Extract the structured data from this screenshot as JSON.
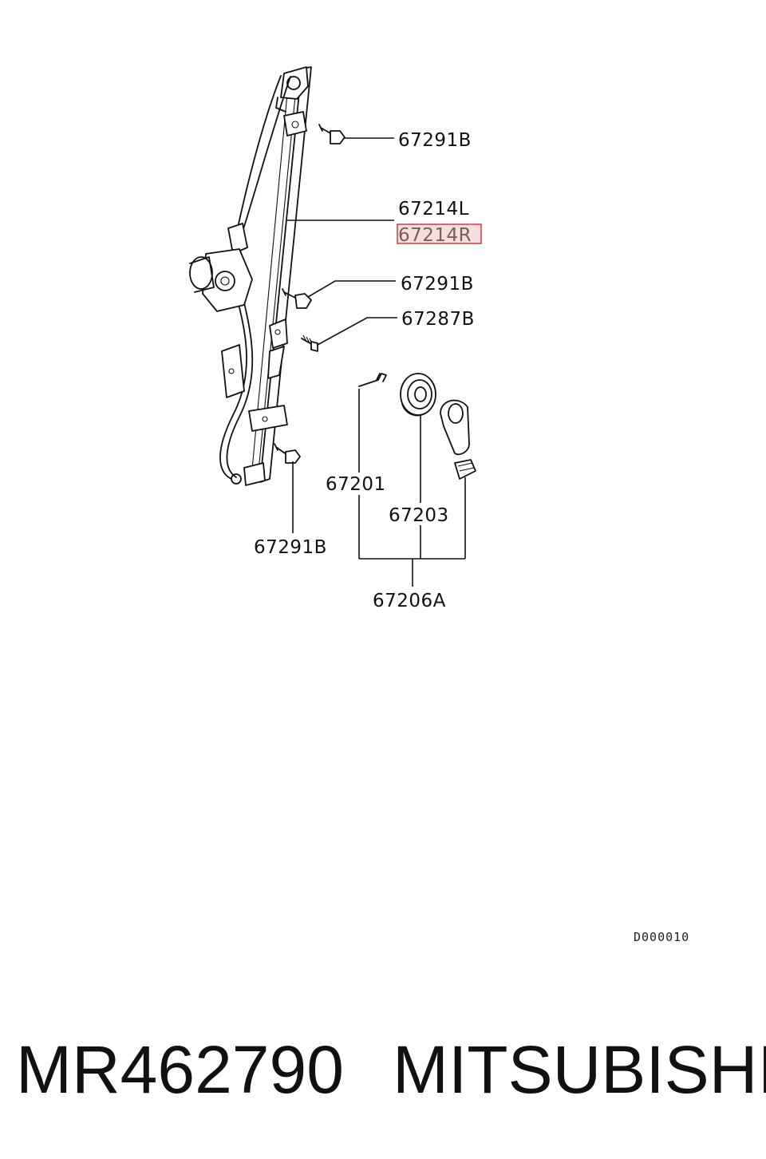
{
  "callouts": {
    "bolt_top": "67291B",
    "regulator_left": "67214L",
    "regulator_right": "67214R",
    "bolt_mid": "67291B",
    "screw": "67287B",
    "clip": "67201",
    "escutcheon": "67203",
    "bolt_bottom": "67291B",
    "handle_set": "67206A"
  },
  "diagram_code": "D000010",
  "caption": {
    "part_number": "MR462790",
    "brand": "MITSUBISHI"
  },
  "colors": {
    "line": "#111111",
    "highlight_fill": "#f4dede",
    "highlight_border": "#d0474b",
    "highlight_text": "#7a5a5e"
  }
}
